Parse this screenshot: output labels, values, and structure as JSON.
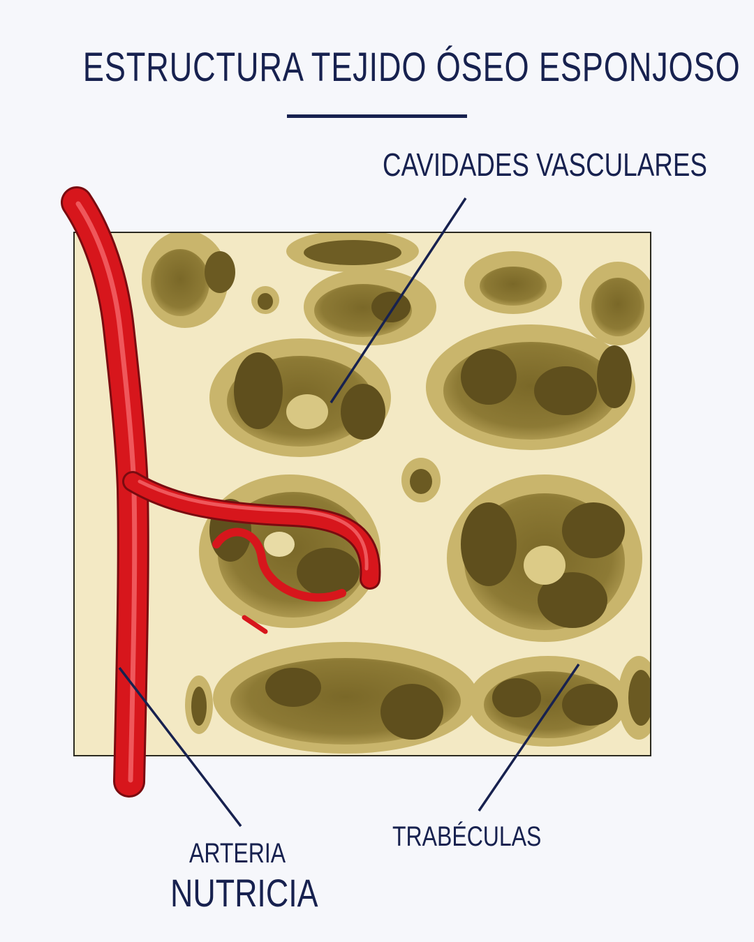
{
  "title": "ESTRUCTURA TEJIDO ÓSEO ESPONJOSO",
  "labels": {
    "cavidades": "CAVIDADES VASCULARES",
    "trabeculas": "TRABÉCULAS",
    "arteria_line1": "ARTERIA",
    "arteria_line2": "NUTRICIA"
  },
  "colors": {
    "text": "#17214f",
    "background": "#f6f7fb",
    "bone_light": "#f3e9c4",
    "bone_mid": "#c9b56c",
    "cavity_dark": "#6b5a22",
    "artery": "#d7161c"
  }
}
